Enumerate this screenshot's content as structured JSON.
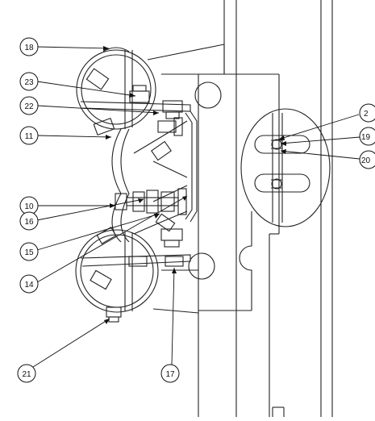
{
  "callouts": [
    {
      "label": "18"
    },
    {
      "label": "23"
    },
    {
      "label": "22"
    },
    {
      "label": "11"
    },
    {
      "label": "10"
    },
    {
      "label": "16"
    },
    {
      "label": "15"
    },
    {
      "label": "14"
    },
    {
      "label": "21"
    },
    {
      "label": "17"
    },
    {
      "label": "2"
    },
    {
      "label": "19"
    },
    {
      "label": "20"
    }
  ]
}
